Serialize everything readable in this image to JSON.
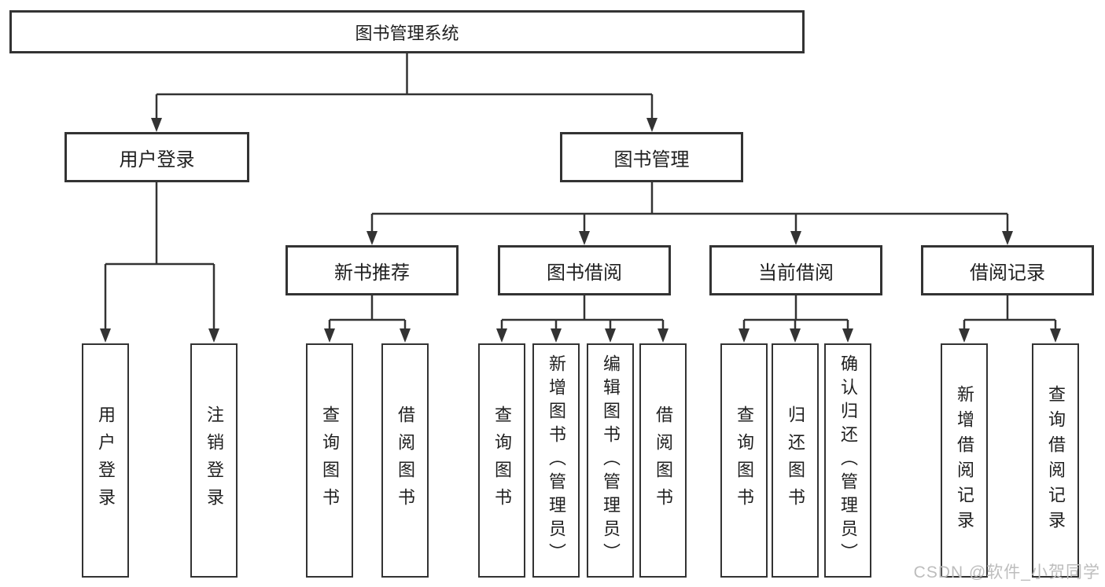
{
  "colors": {
    "line": "#333333",
    "text": "#1f1f1f",
    "background": "#ffffff",
    "watermark": "#bdbdbd"
  },
  "diagram": {
    "root": {
      "label": "图书管理系统"
    },
    "level2": [
      {
        "label": "用户登录"
      },
      {
        "label": "图书管理"
      }
    ],
    "level3": [
      {
        "label": "新书推荐"
      },
      {
        "label": "图书借阅"
      },
      {
        "label": "当前借阅"
      },
      {
        "label": "借阅记录"
      }
    ],
    "leaves": {
      "user_login": [
        {
          "label": "用户登录"
        },
        {
          "label": "注销登录"
        }
      ],
      "new_book_recommend": [
        {
          "label": "查询图书"
        },
        {
          "label": "借阅图书"
        }
      ],
      "book_borrow": [
        {
          "label": "查询图书"
        },
        {
          "label": "新增图书（管理员）"
        },
        {
          "label": "编辑图书（管理员）"
        },
        {
          "label": "借阅图书"
        }
      ],
      "current_borrow": [
        {
          "label": "查询图书"
        },
        {
          "label": "归还图书"
        },
        {
          "label": "确认归还（管理员）"
        }
      ],
      "borrow_records": [
        {
          "label": "新增借阅记录"
        },
        {
          "label": "查询借阅记录"
        }
      ]
    }
  },
  "watermark": {
    "text": "CSDN @软件_小贺同学"
  }
}
